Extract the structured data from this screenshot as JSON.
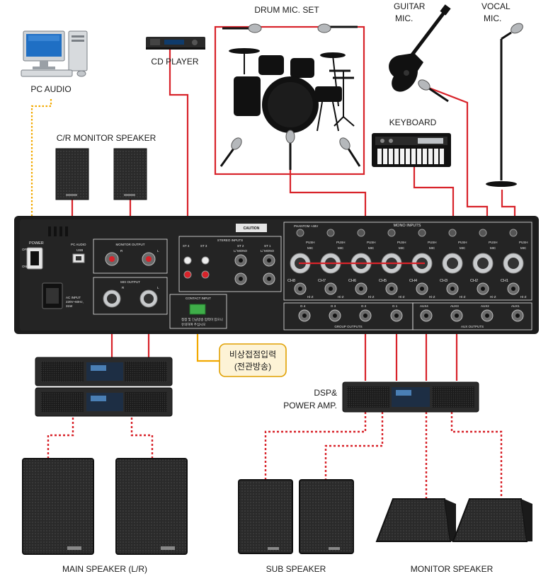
{
  "labels": {
    "pc_audio": "PC AUDIO",
    "cd_player": "CD PLAYER",
    "drum_mic_set": "DRUM MIC. SET",
    "guitar_mic_line1": "GUITAR",
    "guitar_mic_line2": "MIC.",
    "vocal_mic_line1": "VOCAL",
    "vocal_mic_line2": "MIC.",
    "cr_monitor_speaker": "C/R MONITOR SPEAKER",
    "keyboard": "KEYBOARD",
    "dsp_amp_line1": "DSP&",
    "dsp_amp_line2": "POWER AMP.",
    "main_speaker": "MAIN SPEAKER (L/R)",
    "sub_speaker": "SUB SPEAKER",
    "monitor_speaker": "MONITOR SPEAKER",
    "emergency_line1": "비상접점입력",
    "emergency_line2": "(전관방송)"
  },
  "mixer": {
    "power": "POWER",
    "off": "OFF",
    "on": "ON",
    "pc_audio": "PC AUDIO",
    "usb": "USB",
    "monitor_output": "MONITOR OUTPUT",
    "mix_output": "MIX OUTPUT",
    "ac_input_1": "AC INPUT",
    "ac_input_2": "220V~60Hz,",
    "ac_input_3": "31W",
    "stereo_inputs": "STEREO INPUTS",
    "st4": "ST 4",
    "st3": "ST 3",
    "st2": "ST 2",
    "st1": "ST 1",
    "l_mono": "L/ MONO",
    "contact_input": "CONTACT INPUT",
    "contact_note_1": "접점 및 긴급방송 입력이 있으니",
    "contact_note_2": "유의하여 주십시오",
    "caution": "CAUTION",
    "phantom": "PHANTOM +48V",
    "mono_inputs": "MONO INPUTS",
    "push": "PUSH",
    "mic": "MIC",
    "hi_z": "Hi-Z",
    "group_outputs": "GROUP OUTPUTS",
    "aux_outputs": "AUX OUTPUTS",
    "r": "R",
    "l": "L",
    "channels": [
      "CH8",
      "CH7",
      "CH6",
      "CH5",
      "CH4",
      "CH3",
      "CH2",
      "CH1"
    ],
    "groups": [
      "G 4",
      "G 3",
      "G 2",
      "G 1"
    ],
    "aux": [
      "AUX4",
      "AUX3",
      "AUX2",
      "AUX1"
    ]
  },
  "colors": {
    "signal_cable": "#d8232a",
    "pc_cable": "#f2a900",
    "emergency_cable": "#f2a900",
    "emergency_box_fill": "#fdf3d6",
    "emergency_box_border": "#e0a000",
    "mixer_body": "#1c1c1c",
    "panel_line": "#e6e6e6"
  }
}
